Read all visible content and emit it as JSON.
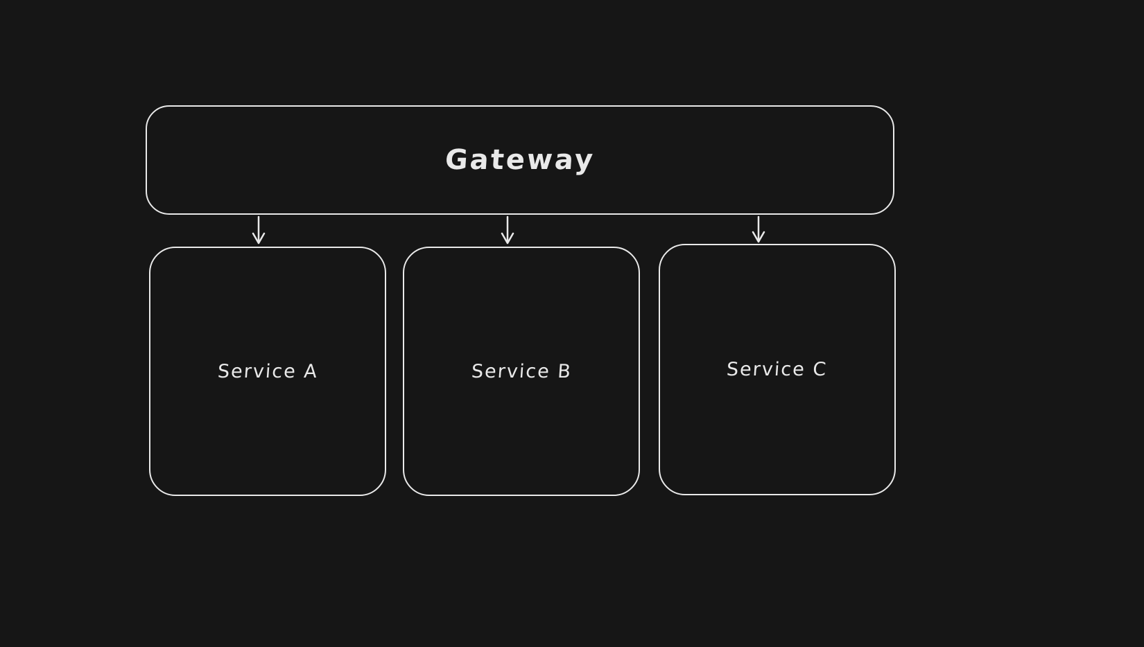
{
  "diagram": {
    "background_color": "#161616",
    "stroke_color": "#e9e9e9",
    "gateway": {
      "label": "Gateway"
    },
    "services": [
      {
        "label": "Service A"
      },
      {
        "label": "Service B"
      },
      {
        "label": "Service C"
      }
    ]
  }
}
